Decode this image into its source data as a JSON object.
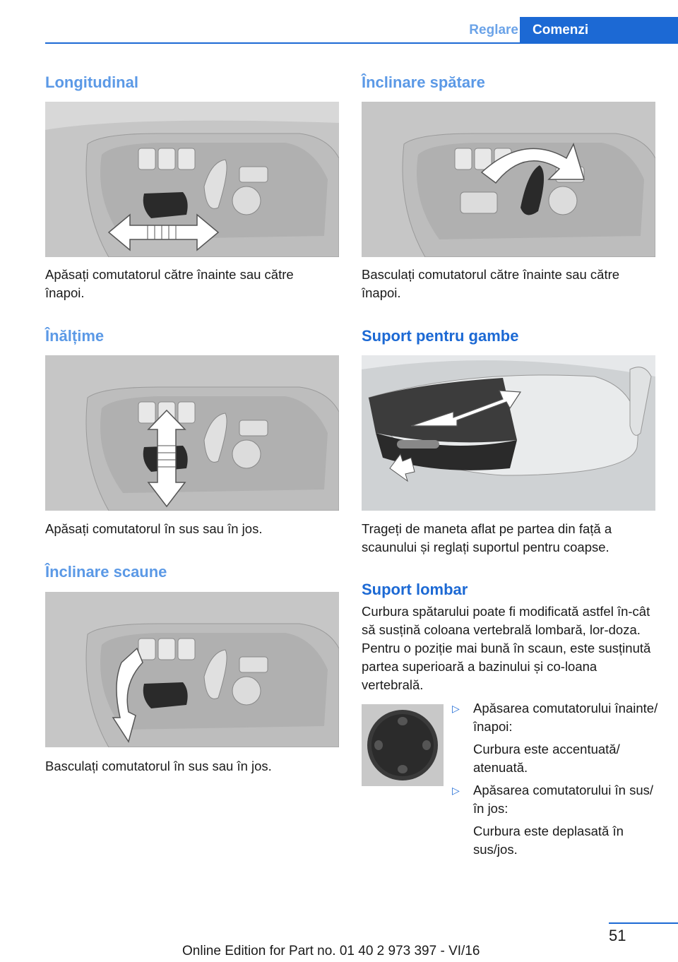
{
  "header": {
    "tab_reglare": "Reglare",
    "tab_comenzi": "Comenzi"
  },
  "left": {
    "longitudinal": {
      "title": "Longitudinal",
      "text": "Apăsați comutatorul către înainte sau către înapoi."
    },
    "inaltime": {
      "title": "Înălțime",
      "text": "Apăsați comutatorul în sus sau în jos."
    },
    "inclinare_scaune": {
      "title": "Înclinare scaune",
      "text": "Basculați comutatorul în sus sau în jos."
    }
  },
  "right": {
    "inclinare_spatare": {
      "title": "Înclinare spătare",
      "text": "Basculați comutatorul către înainte sau către înapoi."
    },
    "suport_gambe": {
      "title": "Suport pentru gambe",
      "text": "Trageți de maneta aflat pe partea din față a scaunului și reglați suportul pentru coapse."
    },
    "suport_lombar": {
      "title": "Suport lombar",
      "text": "Curbura spătarului poate fi modificată astfel în-cât să susțină coloana vertebrală lombară, lor-doza. Pentru o poziție mai bună în scaun, este susținută partea superioară a bazinului și co-loana vertebrală.",
      "bullets": [
        {
          "label": "Apăsarea comutatorului înainte/înapoi:",
          "detail": "Curbura este accentuată/ atenuată."
        },
        {
          "label": "Apăsarea comutatorului în sus/în jos:",
          "detail": "Curbura este deplasată în sus/jos."
        }
      ]
    }
  },
  "footer": {
    "page_number": "51",
    "edition": "Online Edition for Part no. 01 40 2 973 397 - VI/16"
  },
  "colors": {
    "accent": "#1c69d4",
    "accent_light": "#6ba3e8"
  }
}
